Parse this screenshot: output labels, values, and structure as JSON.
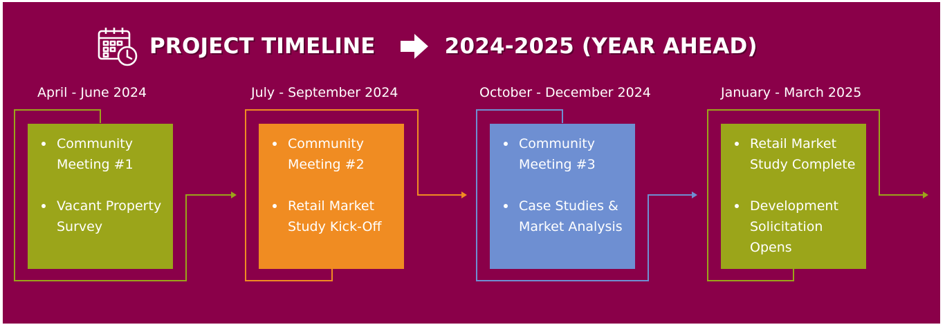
{
  "header": {
    "title": "PROJECT TIMELINE",
    "subtitle": "2024-2025 (YEAR AHEAD)",
    "calendar_icon": "calendar-clock-icon",
    "arrow_icon": "arrow-right-icon"
  },
  "colors": {
    "background": "#8a0049",
    "green": "#9ba51a",
    "orange": "#f08c22",
    "blue": "#6e8fd2"
  },
  "phases": [
    {
      "period": "April - June 2024",
      "color": "#9ba51a",
      "items": [
        "Community Meeting #1",
        "Vacant Property Survey"
      ]
    },
    {
      "period": "July - September 2024",
      "color": "#f08c22",
      "items": [
        "Community Meeting #2",
        "Retail Market Study Kick-Off"
      ]
    },
    {
      "period": "October - December 2024",
      "color": "#6e8fd2",
      "items": [
        "Community Meeting #3",
        "Case Studies & Market Analysis"
      ]
    },
    {
      "period": "January - March 2025",
      "color": "#9ba51a",
      "items": [
        "Retail Market Study Complete",
        "Development Solicitation Opens"
      ]
    }
  ]
}
